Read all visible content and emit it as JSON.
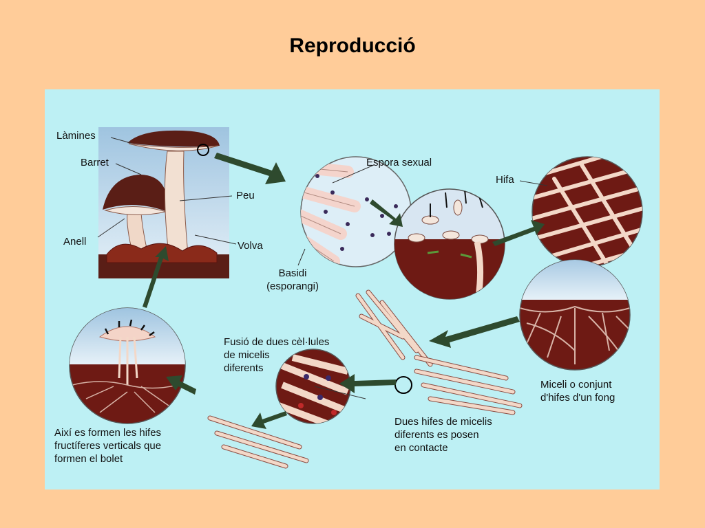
{
  "slide": {
    "title": "Reproducció"
  },
  "diagram": {
    "labels": {
      "lamines": "Làmines",
      "barret": "Barret",
      "anell": "Anell",
      "peu": "Peu",
      "volva": "Volva",
      "espora_sexual": "Espora sexual",
      "basidi_line1": "Basidi",
      "basidi_line2": "(esporangi)",
      "hifa": "Hifa",
      "fusio_line1": "Fusió de dues cèl·lules",
      "fusio_line2": "de micelis",
      "fusio_line3": "diferents",
      "miceli_line1": "Miceli o conjunt",
      "miceli_line2": "d'hifes d'un fong",
      "dues_line1": "Dues hifes de micelis",
      "dues_line2": "diferents es posen",
      "dues_line3": "en contacte",
      "aixi_line1": "Així es formen les hifes",
      "aixi_line2": "fructíferes verticals que",
      "aixi_line3": "formen el bolet"
    },
    "colors": {
      "background": "#FFCC99",
      "panel": "#BDF0F4",
      "soil": "#6E1A14",
      "hypha": "#F3D8C8",
      "arrow": "#2E4A2E",
      "cap": "#5A1E16"
    }
  }
}
